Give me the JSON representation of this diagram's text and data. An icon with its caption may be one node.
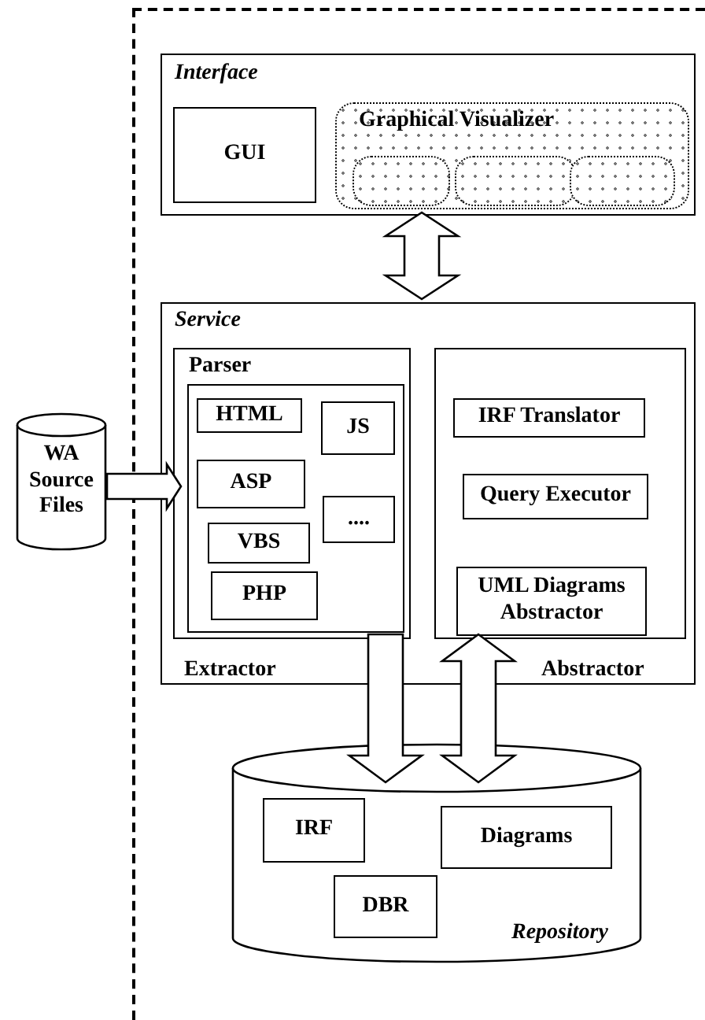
{
  "diagram": {
    "nodes": [
      {
        "text": [],
        "shape": "box"
      },
      {
        "text": [
          "Interface"
        ],
        "in": 0
      },
      {
        "text": [
          "GUI"
        ],
        "in": 1
      },
      {
        "text": [
          "Graphical Visualizer"
        ],
        "in": 1
      },
      {
        "text": [],
        "shape": "box",
        "in": 3
      },
      {
        "text": [],
        "shape": "box",
        "in": 3
      },
      {
        "text": [],
        "shape": "box",
        "in": 3
      },
      {
        "text": [
          "Service"
        ],
        "in": 0
      },
      {
        "text": [
          "Extractor"
        ],
        "in": 7
      },
      {
        "text": [
          "Parser"
        ],
        "in": 8
      },
      {
        "text": [
          "HTML"
        ],
        "in": 9
      },
      {
        "text": [
          "JS"
        ],
        "in": 9
      },
      {
        "text": [
          "ASP"
        ],
        "in": 9
      },
      {
        "text": [
          "...."
        ],
        "in": 9
      },
      {
        "text": [
          "VBS"
        ],
        "in": 9
      },
      {
        "text": [
          "PHP"
        ],
        "in": 9
      },
      {
        "text": [
          "Abstractor"
        ],
        "in": 7
      },
      {
        "text": [
          "IRF Translator"
        ],
        "in": 16
      },
      {
        "text": [
          "Query Executor"
        ],
        "in": 16
      },
      {
        "text": [
          "UML Diagrams Abstractor"
        ],
        "in": 16
      },
      {
        "text": [
          "WA Source Files"
        ]
      },
      {
        "text": [
          "Repository"
        ],
        "in": 0
      },
      {
        "text": [
          "IRF"
        ],
        "in": 21
      },
      {
        "text": [
          "Diagrams"
        ],
        "in": 21
      },
      {
        "text": [
          "DBR"
        ],
        "in": 21
      }
    ],
    "edges": [
      {
        "from": 1,
        "to": 7,
        "arrow": "both",
        "style": "thick"
      },
      {
        "from": 20,
        "to": 9,
        "arrow": "to",
        "style": "thick"
      },
      {
        "from": 8,
        "to": 21,
        "arrow": "to",
        "style": "thick"
      },
      {
        "from": 16,
        "to": 21,
        "arrow": "both",
        "style": "thick"
      }
    ]
  }
}
